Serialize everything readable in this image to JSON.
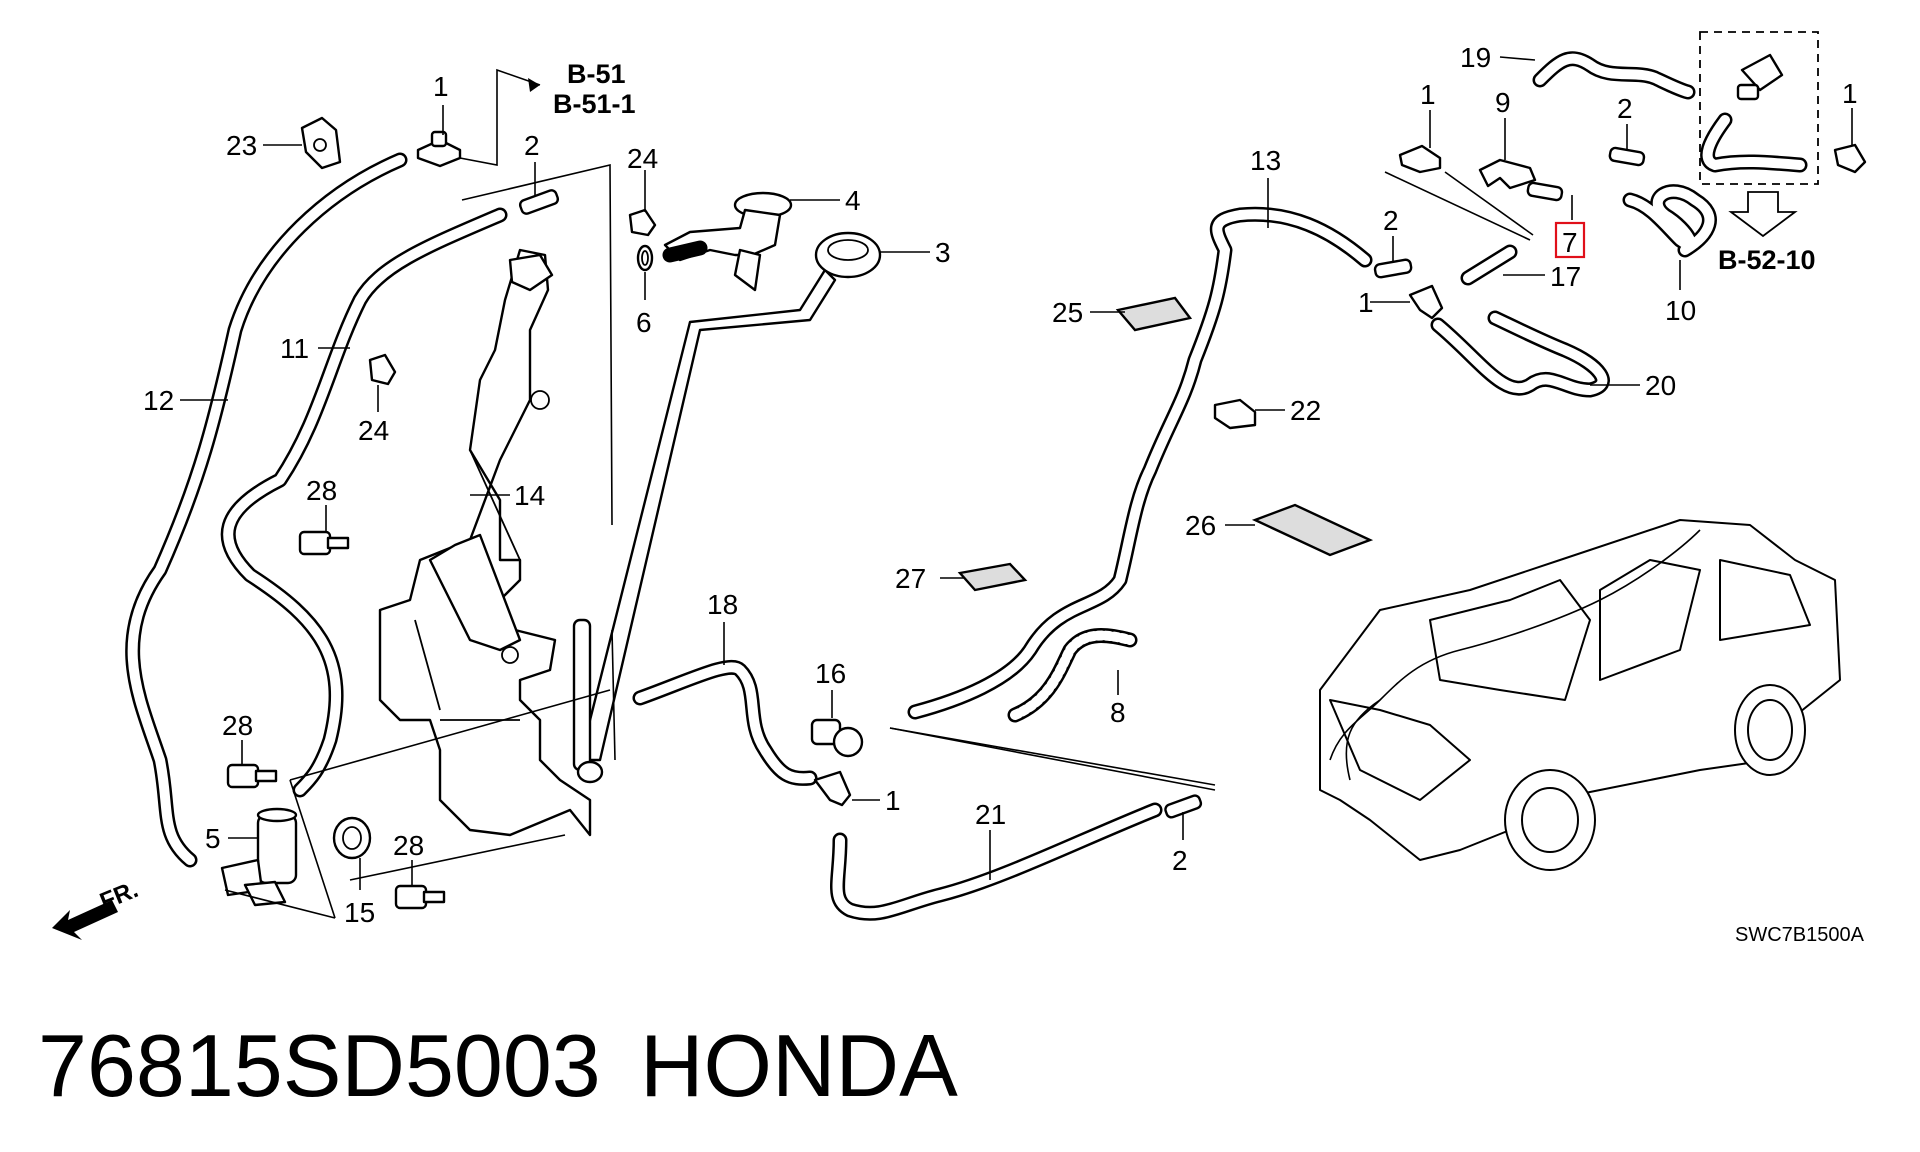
{
  "labels": {
    "p1a": "1",
    "p23": "23",
    "p2a": "2",
    "p24a": "24",
    "p4": "4",
    "p3": "3",
    "p6": "6",
    "p12": "12",
    "p11": "11",
    "p24b": "24",
    "p14": "14",
    "p28a": "28",
    "p28b": "28",
    "p5": "5",
    "p15": "15",
    "p28c": "28",
    "p18": "18",
    "p16": "16",
    "p1b": "1",
    "p21": "21",
    "p2b": "2",
    "p13": "13",
    "p25": "25",
    "p27": "27",
    "p8": "8",
    "p2c": "2",
    "p1c": "1",
    "p17": "17",
    "p22": "22",
    "p26": "26",
    "p19": "19",
    "p1d": "1",
    "p9": "9",
    "p2d": "2",
    "p7": "7",
    "p10": "10",
    "p20": "20",
    "p1e": "1"
  },
  "refs": {
    "b51": "B-51",
    "b511": "B-51-1",
    "b5210": "B-52-10",
    "fr": "FR."
  },
  "diagram_code": "SWC7B1500A",
  "footer": {
    "part_number": "76815SD5003",
    "brand": "HONDA"
  },
  "colors": {
    "line": "#000000",
    "highlight_box": "#e0101a",
    "background": "#ffffff"
  }
}
